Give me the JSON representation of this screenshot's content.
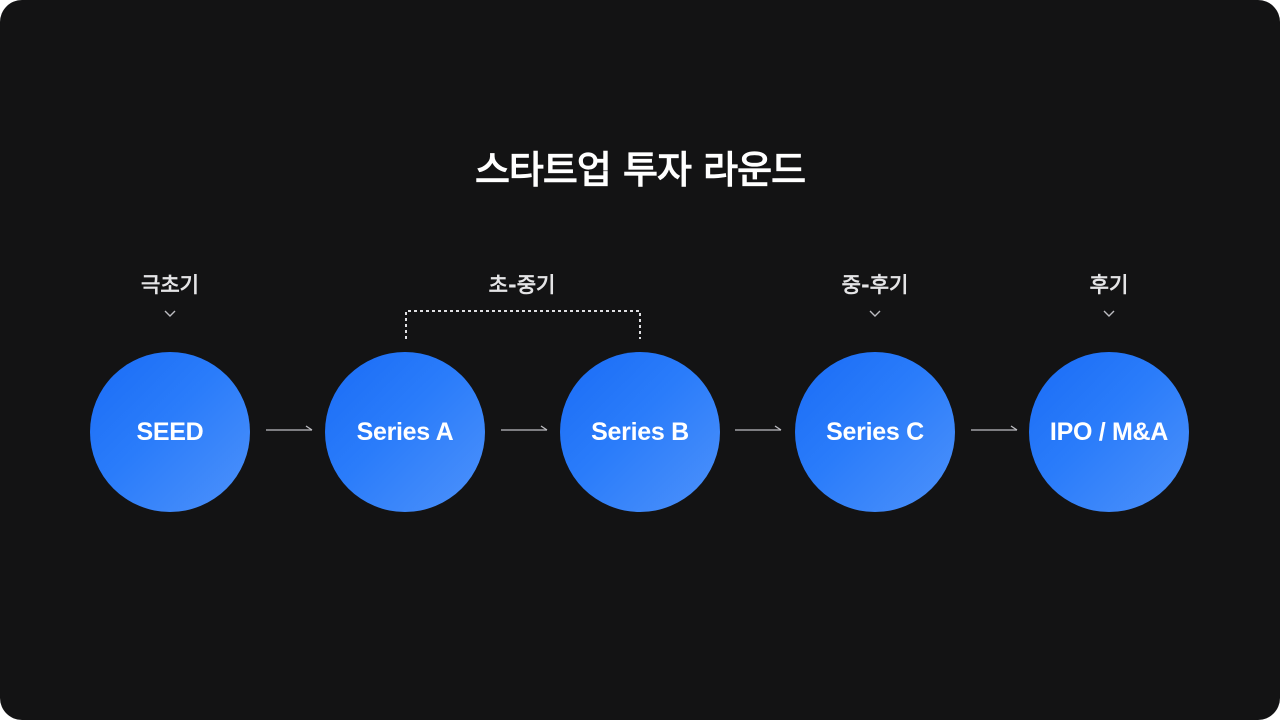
{
  "title": "스타트업 투자 라운드",
  "stage_labels": [
    "극초기",
    "초-중기",
    "중-후기",
    "후기"
  ],
  "nodes": [
    "SEED",
    "Series A",
    "Series B",
    "Series C",
    "IPO / M&A"
  ],
  "colors": {
    "background": "#131314",
    "node_gradient_start": "#1a6cf6",
    "node_gradient_end": "#4e92fb",
    "title_text": "#ffffff",
    "label_text": "#e4e4e6",
    "connector": "#bdbdc2"
  }
}
